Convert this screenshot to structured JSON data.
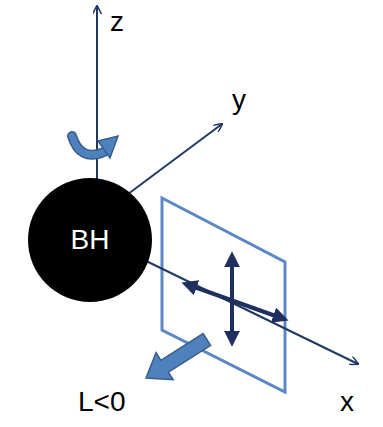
{
  "diagram": {
    "nodes": [
      {
        "text": [
          "BH"
        ]
      }
    ],
    "labels": [
      "z",
      "y",
      "x",
      "L<0"
    ]
  }
}
